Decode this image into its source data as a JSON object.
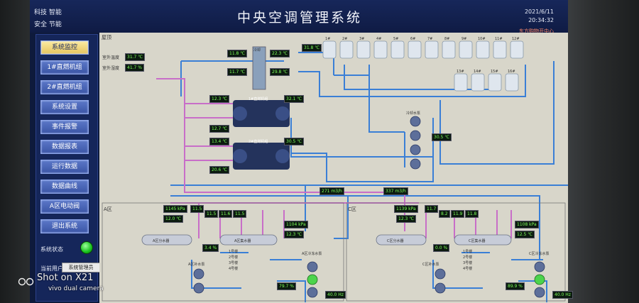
{
  "header": {
    "left_top": "科技 智能",
    "left_bottom": "安全 节能",
    "title": "中央空调管理系统",
    "date": "2021/6/11",
    "time": "20:34:32",
    "company": "东方购物开中心"
  },
  "nav": {
    "items": [
      {
        "label": "系统监控",
        "active": true
      },
      {
        "label": "1#直燃机组",
        "active": false
      },
      {
        "label": "2#直燃机组",
        "active": false
      },
      {
        "label": "系统设置",
        "active": false
      },
      {
        "label": "事件报警",
        "active": false
      },
      {
        "label": "数据报表",
        "active": false
      },
      {
        "label": "运行数据",
        "active": false
      },
      {
        "label": "数据曲线",
        "active": false
      },
      {
        "label": "A区电动阀",
        "active": false
      },
      {
        "label": "退出系统",
        "active": false
      }
    ],
    "status_label": "系统状态",
    "user_label": "当前用户",
    "user_value": "系统管理员"
  },
  "panel": {
    "roof_label": "屋顶",
    "zone_a_label": "A区",
    "zone_c_label": "C区",
    "outdoor_temp_label": "室外温度",
    "outdoor_temp": "31.7 ℃",
    "outdoor_humidity_label": "室外湿度",
    "outdoor_humidity": "41.7 %",
    "tower_set_label": "冷却",
    "chiller1_label": "1#直燃机组",
    "chiller2_label": "2#直燃机组",
    "cooling_pump_label": "冷却水泵",
    "towers_top": [
      "1#",
      "2#",
      "3#",
      "4#",
      "5#",
      "6#",
      "7#",
      "8#",
      "9#",
      "10#",
      "11#",
      "12#"
    ],
    "towers_bottom": [
      "13#",
      "14#",
      "15#",
      "16#"
    ],
    "values": {
      "v_11_8": "11.8 ℃",
      "v_22_3": "22.3 ℃",
      "v_31_8": "31.8 ℃",
      "v_11_7": "11.7 ℃",
      "v_29_8": "29.8 ℃",
      "c1_in": "12.3 ℃",
      "c1_out": "32.1 ℃",
      "c1_low": "12.7 ℃",
      "c2_in": "13.4 ℃",
      "c2_out": "30.5 ℃",
      "c2_low": "20.6 ℃",
      "pump_temp": "30.5 ℃",
      "flow1": "271 m3/h",
      "flow2": "337 m3/h",
      "a_press": "1145 kPa",
      "a_temp": "12.0 ℃",
      "a_1": "11.5",
      "a_2": "11.5",
      "a_3": "11.6",
      "a_4": "11.5",
      "a_press2": "1104 kPa",
      "a_temp2": "12.3 ℃",
      "a_pct": "3.4 %",
      "a_pump_pct": "79.7 %",
      "a_hz": "40.0 Hz",
      "c_press": "1139 kPa",
      "c_temp": "12.3 ℃",
      "c_1": "11.7",
      "c_2": "8.2",
      "c_3": "11.9",
      "c_4": "11.8",
      "c_press2": "1108 kPa",
      "c_temp2": "12.5 ℃",
      "c_pct": "0.0 %",
      "c_pump_pct": "89.9 %",
      "c_hz": "40.0 Hz"
    },
    "a_dist_label": "A区分水器",
    "a_coll_label": "A区集水器",
    "a_primary_pump_label": "A区补水泵",
    "a_secondary_pump_label": "A区冷冻水泵",
    "c_dist_label": "C区分水器",
    "c_coll_label": "C区集水器",
    "c_primary_pump_label": "C区补水泵",
    "c_secondary_pump_label": "C区冷冻水泵",
    "a_branches": [
      "1号楼",
      "2号楼",
      "3号楼",
      "4号楼"
    ],
    "c_branches": [
      "1号楼",
      "2号楼",
      "3号楼",
      "4号楼"
    ]
  },
  "watermark": {
    "line1": "Shot on X21",
    "line2": "vivo dual camera"
  },
  "colors": {
    "accent_button": "#4a66b8",
    "active_button": "#f0d47a",
    "pipe_blue": "#3a7fd6",
    "pipe_pink": "#c86ec8",
    "value_green": "#7dff5a",
    "status_led": "#17c21c"
  }
}
